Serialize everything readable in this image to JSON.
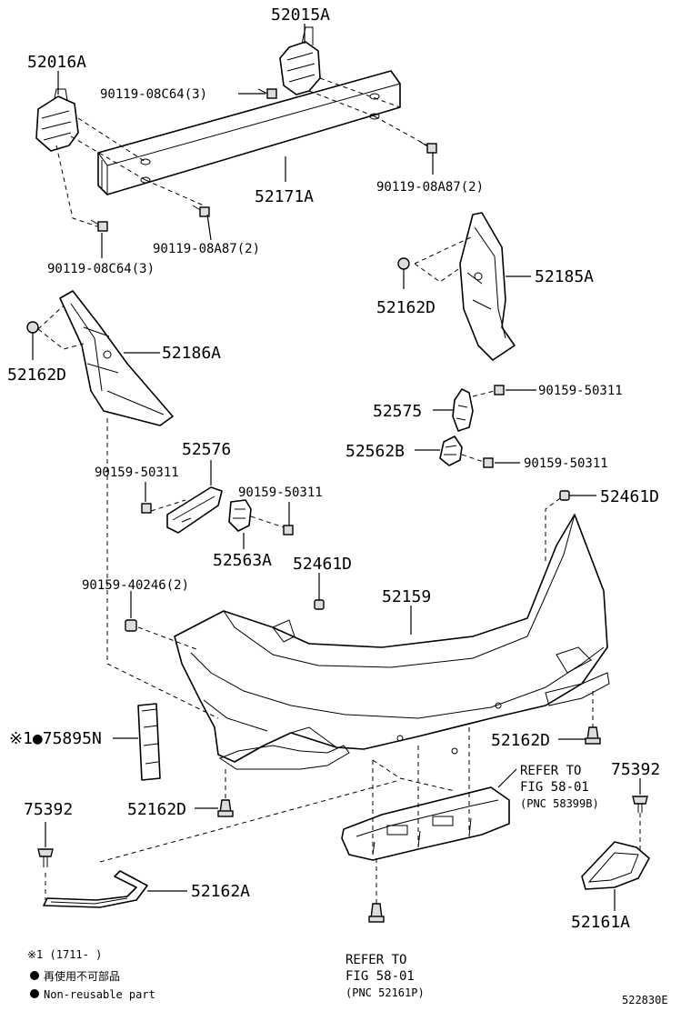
{
  "labels": {
    "p52015A": "52015A",
    "p52016A": "52016A",
    "b9011908C64_top": "90119-08C64(3)",
    "b9011908A87_right": "90119-08A87(2)",
    "p52171A": "52171A",
    "b9011908A87_left": "90119-08A87(2)",
    "b9011908C64_bottom": "90119-08C64(3)",
    "p52162D_top": "52162D",
    "p52185A": "52185A",
    "p52162D_left": "52162D",
    "p52186A": "52186A",
    "p52575": "52575",
    "s9015950311_a": "90159-50311",
    "p52562B": "52562B",
    "s9015950311_b": "90159-50311",
    "p52576": "52576",
    "s9015950311_c": "90159-50311",
    "s9015950311_d": "90159-50311",
    "p52563A": "52563A",
    "p52461D_right": "52461D",
    "p52461D_mid": "52461D",
    "p52159": "52159",
    "s9015940246": "90159-40246(2)",
    "p75895N": "※1●75895N",
    "p52162D_right": "52162D",
    "p75392_right": "75392",
    "p75392_left": "75392",
    "p52162D_bottom": "52162D",
    "p52162A": "52162A",
    "p52161A": "52161A"
  },
  "refs": {
    "ref1_line1": "REFER TO",
    "ref1_line2": "FIG 58-01",
    "ref1_line3": "(PNC 58399B)",
    "ref2_line1": "REFER TO",
    "ref2_line2": "FIG 58-01",
    "ref2_line3": "(PNC 52161P)"
  },
  "legend": {
    "note": "※1 (1711-       )",
    "jp": "再使用不可部品",
    "en": "Non-reusable part"
  },
  "figure_id": "522830E"
}
